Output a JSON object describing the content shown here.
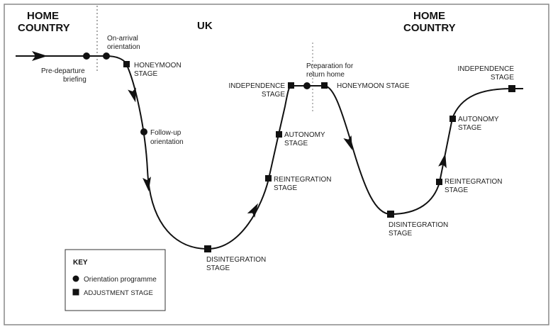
{
  "regions": {
    "home_left": [
      "HOME",
      "COUNTRY"
    ],
    "uk": "UK",
    "home_right": [
      "HOME",
      "COUNTRY"
    ]
  },
  "labels": {
    "pre_departure": [
      "Pre-departure",
      "briefing"
    ],
    "on_arrival": [
      "On-arrival",
      "orientation"
    ],
    "honeymoon1": [
      "HONEYMOON",
      "STAGE"
    ],
    "follow_up": [
      "Follow-up",
      "orientation"
    ],
    "disintegration1": [
      "DISINTEGRATION",
      "STAGE"
    ],
    "reintegration1": [
      "REINTEGRATION",
      "STAGE"
    ],
    "autonomy1": [
      "AUTONOMY",
      "STAGE"
    ],
    "independence1": [
      "INDEPENDENCE",
      "STAGE"
    ],
    "preparation": [
      "Preparation for",
      "return home"
    ],
    "honeymoon2": "HONEYMOON STAGE",
    "disintegration2": [
      "DISINTEGRATION",
      "STAGE"
    ],
    "reintegration2": [
      "REINTEGRATION",
      "STAGE"
    ],
    "autonomy2": [
      "AUTONOMY",
      "STAGE"
    ],
    "independence2": [
      "INDEPENDENCE",
      "STAGE"
    ]
  },
  "key": {
    "title": "KEY",
    "circle": "Orientation programme",
    "square": "ADJUSTMENT STAGE"
  }
}
